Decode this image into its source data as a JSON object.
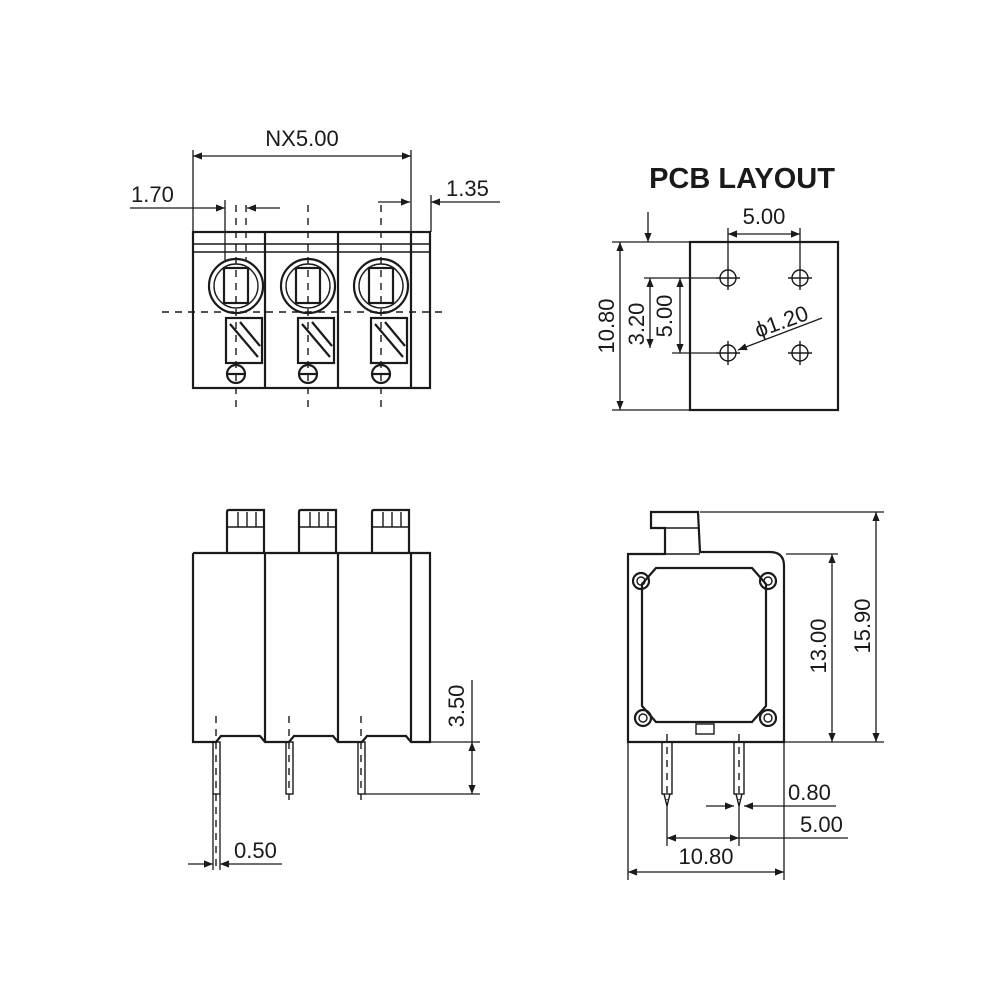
{
  "title": "PCB LAYOUT",
  "dimensions": {
    "pitch": "NX5.00",
    "offset_left": "1.70",
    "offset_right": "1.35",
    "pcb_pitch": "5.00",
    "pcb_depth": "10.80",
    "pcb_row_offset": "3.20",
    "pcb_row_pitch": "5.00",
    "hole_diameter": "ϕ1.20",
    "pin_length": "3.50",
    "pin_thickness": "0.50",
    "side_pin_width": "0.80",
    "side_pin_spacing": "5.00",
    "side_body_depth": "10.80",
    "side_body_height": "13.00",
    "side_total_height": "15.90"
  }
}
